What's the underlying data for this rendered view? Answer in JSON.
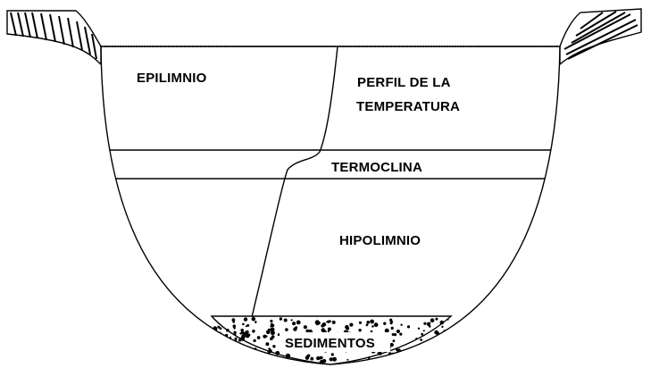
{
  "labels": {
    "epilimnio": "EPILIMNIO",
    "perfil_line1": "PERFIL DE LA",
    "perfil_line2": "TEMPERATURA",
    "termoclina": "TERMOCLINA",
    "hipolimnio": "HIPOLIMNIO",
    "sedimentos": "SEDIMENTOS"
  }
}
